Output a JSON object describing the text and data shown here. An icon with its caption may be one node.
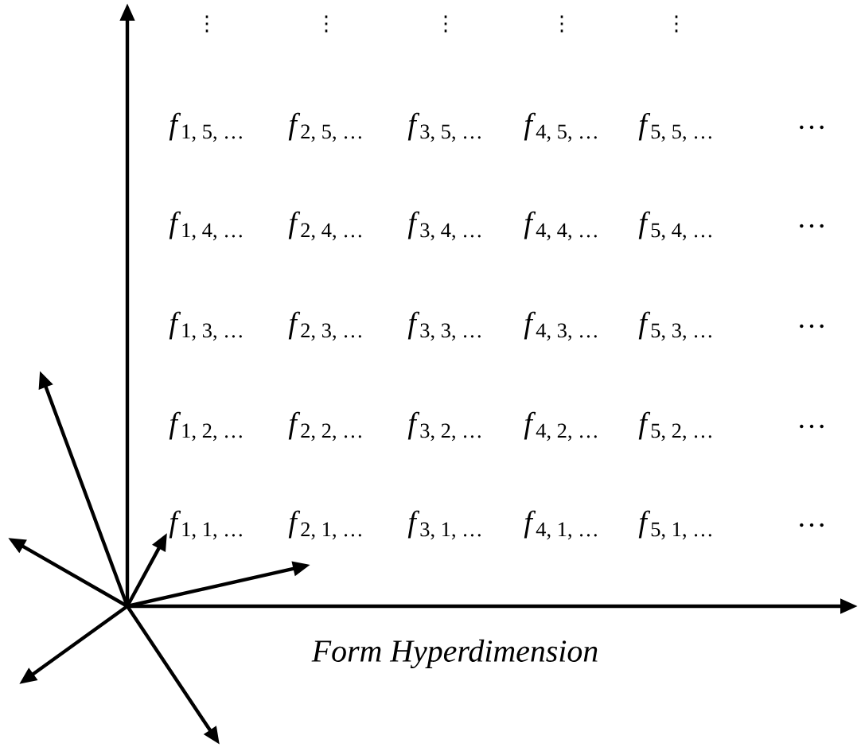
{
  "diagram": {
    "labels": [
      "⋮",
      "⋮",
      "⋮",
      "⋮",
      "⋮",
      "*f*$_{1, 5, …}$",
      "*f*$_{2, 5, …}$",
      "*f*$_{3, 5, …}$",
      "*f*$_{4, 5, …}$",
      "*f*$_{5, 5, …}$",
      "…",
      "*f*$_{1, 4, …}$",
      "*f*$_{2, 4, …}$",
      "*f*$_{3, 4, …}$",
      "*f*$_{4, 4, …}$",
      "*f*$_{5, 4, …}$",
      "…",
      "*f*$_{1, 3, …}$",
      "*f*$_{2, 3, …}$",
      "*f*$_{3, 3, …}$",
      "*f*$_{4, 3, …}$",
      "*f*$_{5, 3, …}$",
      "…",
      "*f*$_{1, 2, …}$",
      "*f*$_{2, 2, …}$",
      "*f*$_{3, 2, …}$",
      "*f*$_{4, 2, …}$",
      "*f*$_{5, 2, …}$",
      "…",
      "*f*$_{1, 1, …}$",
      "*f*$_{2, 1, …}$",
      "*f*$_{3, 1, …}$",
      "*f*$_{4, 1, …}$",
      "*f*$_{5, 1, …}$",
      "…",
      "Form Hyperdimension"
    ]
  }
}
